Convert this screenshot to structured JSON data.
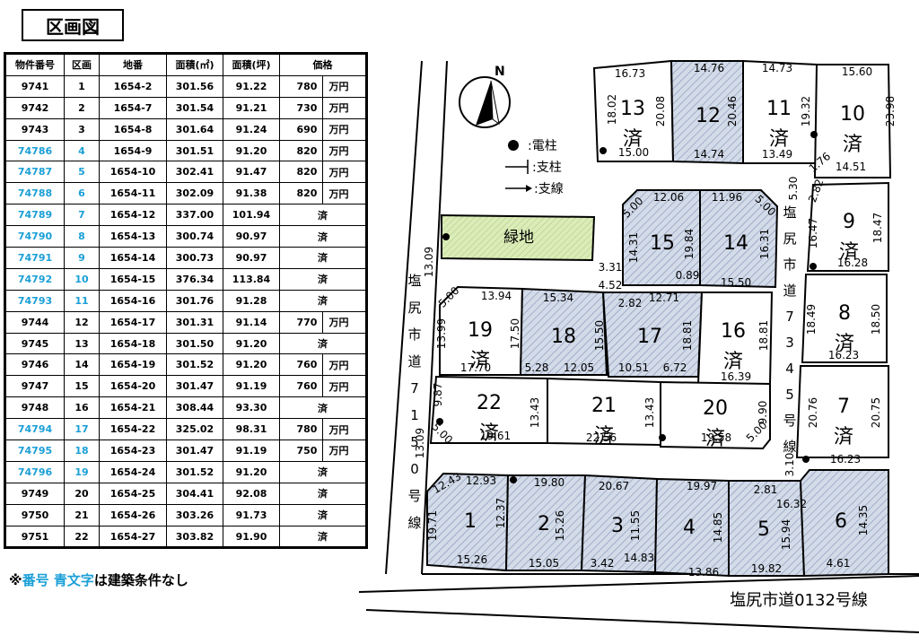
{
  "title": "区画図",
  "table": {
    "headers": [
      "物件番号",
      "区画",
      "地番",
      "面積(㎡)",
      "面積(坪)",
      "価格"
    ],
    "unit": "万円",
    "rows": [
      {
        "id": "9741",
        "lot": "1",
        "chiban": "1654-2",
        "m2": "301.56",
        "tsubo": "91.22",
        "price": "780",
        "blue": false
      },
      {
        "id": "9742",
        "lot": "2",
        "chiban": "1654-7",
        "m2": "301.54",
        "tsubo": "91.21",
        "price": "730",
        "blue": false
      },
      {
        "id": "9743",
        "lot": "3",
        "chiban": "1654-8",
        "m2": "301.64",
        "tsubo": "91.24",
        "price": "690",
        "blue": false
      },
      {
        "id": "74786",
        "lot": "4",
        "chiban": "1654-9",
        "m2": "301.51",
        "tsubo": "91.20",
        "price": "820",
        "blue": true
      },
      {
        "id": "74787",
        "lot": "5",
        "chiban": "1654-10",
        "m2": "302.41",
        "tsubo": "91.47",
        "price": "820",
        "blue": true
      },
      {
        "id": "74788",
        "lot": "6",
        "chiban": "1654-11",
        "m2": "302.09",
        "tsubo": "91.38",
        "price": "820",
        "blue": true
      },
      {
        "id": "74789",
        "lot": "7",
        "chiban": "1654-12",
        "m2": "337.00",
        "tsubo": "101.94",
        "price": "済",
        "blue": true
      },
      {
        "id": "74790",
        "lot": "8",
        "chiban": "1654-13",
        "m2": "300.74",
        "tsubo": "90.97",
        "price": "済",
        "blue": true
      },
      {
        "id": "74791",
        "lot": "9",
        "chiban": "1654-14",
        "m2": "300.73",
        "tsubo": "90.97",
        "price": "済",
        "blue": true
      },
      {
        "id": "74792",
        "lot": "10",
        "chiban": "1654-15",
        "m2": "376.34",
        "tsubo": "113.84",
        "price": "済",
        "blue": true
      },
      {
        "id": "74793",
        "lot": "11",
        "chiban": "1654-16",
        "m2": "301.76",
        "tsubo": "91.28",
        "price": "済",
        "blue": true
      },
      {
        "id": "9744",
        "lot": "12",
        "chiban": "1654-17",
        "m2": "301.31",
        "tsubo": "91.14",
        "price": "770",
        "blue": false
      },
      {
        "id": "9745",
        "lot": "13",
        "chiban": "1654-18",
        "m2": "301.50",
        "tsubo": "91.20",
        "price": "済",
        "blue": false
      },
      {
        "id": "9746",
        "lot": "14",
        "chiban": "1654-19",
        "m2": "301.52",
        "tsubo": "91.20",
        "price": "760",
        "blue": false
      },
      {
        "id": "9747",
        "lot": "15",
        "chiban": "1654-20",
        "m2": "301.47",
        "tsubo": "91.19",
        "price": "760",
        "blue": false
      },
      {
        "id": "9748",
        "lot": "16",
        "chiban": "1654-21",
        "m2": "308.44",
        "tsubo": "93.30",
        "price": "済",
        "blue": false
      },
      {
        "id": "74794",
        "lot": "17",
        "chiban": "1654-22",
        "m2": "325.02",
        "tsubo": "98.31",
        "price": "780",
        "blue": true
      },
      {
        "id": "74795",
        "lot": "18",
        "chiban": "1654-23",
        "m2": "301.47",
        "tsubo": "91.19",
        "price": "750",
        "blue": true
      },
      {
        "id": "74796",
        "lot": "19",
        "chiban": "1654-24",
        "m2": "301.52",
        "tsubo": "91.20",
        "price": "済",
        "blue": true
      },
      {
        "id": "9749",
        "lot": "20",
        "chiban": "1654-25",
        "m2": "304.41",
        "tsubo": "92.08",
        "price": "済",
        "blue": false
      },
      {
        "id": "9750",
        "lot": "21",
        "chiban": "1654-26",
        "m2": "303.26",
        "tsubo": "91.73",
        "price": "済",
        "blue": false
      },
      {
        "id": "9751",
        "lot": "22",
        "chiban": "1654-27",
        "m2": "303.82",
        "tsubo": "91.90",
        "price": "済",
        "blue": false
      }
    ]
  },
  "note": {
    "prefix": "※",
    "blue1": "番号",
    "blue2": "青文字",
    "suffix": "は建築条件なし"
  },
  "legend": {
    "pole": ":電柱",
    "support": ":支柱",
    "guy": ":支線"
  },
  "north": "N",
  "green_label": "緑地",
  "road_left": "塩尻市道7150号線",
  "road_mid": "塩尻市道7345号線",
  "road_bottom": "塩尻市道0132号線",
  "sold_mark": "済",
  "lots": [
    {
      "num": "13",
      "sold": true
    },
    {
      "num": "12",
      "sold": false
    },
    {
      "num": "11",
      "sold": true
    },
    {
      "num": "10",
      "sold": true
    },
    {
      "num": "9",
      "sold": true
    },
    {
      "num": "8",
      "sold": true
    },
    {
      "num": "7",
      "sold": true
    },
    {
      "num": "15",
      "sold": false
    },
    {
      "num": "14",
      "sold": false
    },
    {
      "num": "19",
      "sold": true
    },
    {
      "num": "18",
      "sold": false
    },
    {
      "num": "17",
      "sold": false
    },
    {
      "num": "16",
      "sold": true
    },
    {
      "num": "22",
      "sold": true
    },
    {
      "num": "21",
      "sold": true
    },
    {
      "num": "20",
      "sold": true
    },
    {
      "num": "1",
      "sold": false
    },
    {
      "num": "2",
      "sold": false
    },
    {
      "num": "3",
      "sold": false
    },
    {
      "num": "4",
      "sold": false
    },
    {
      "num": "5",
      "sold": false
    },
    {
      "num": "6",
      "sold": false
    }
  ],
  "dims": [
    "16.73",
    "18.02",
    "20.08",
    "15.00",
    "14.76",
    "20.46",
    "14.74",
    "14.73",
    "19.32",
    "13.49",
    "15.60",
    "23.98",
    "14.51",
    "1.76",
    "5.30",
    "2.82",
    "16.47",
    "18.47",
    "16.28",
    "18.49",
    "18.50",
    "16.23",
    "20.76",
    "20.75",
    "16.23",
    "3.10",
    "5.00",
    "12.06",
    "11.96",
    "5.00",
    "14.31",
    "19.84",
    "16.31",
    "0.89",
    "15.50",
    "3.31",
    "4.52",
    "13.09",
    "5.00",
    "13.94",
    "13.99",
    "17.50",
    "17.70",
    "15.34",
    "15.50",
    "5.28",
    "12.05",
    "2.82",
    "12.71",
    "18.81",
    "10.51",
    "6.72",
    "18.81",
    "16.39",
    "9.87",
    "13.43",
    "19.61",
    "22.56",
    "13.43",
    "19.58",
    "9.90",
    "5.00",
    "13.09",
    "5.00",
    "12.43",
    "12.93",
    "19.71",
    "12.37",
    "15.26",
    "19.80",
    "15.26",
    "15.05",
    "20.67",
    "11.55",
    "3.42",
    "14.83",
    "19.97",
    "14.85",
    "13.86",
    "2.81",
    "16.32",
    "15.94",
    "19.82",
    "14.35",
    "4.61"
  ]
}
